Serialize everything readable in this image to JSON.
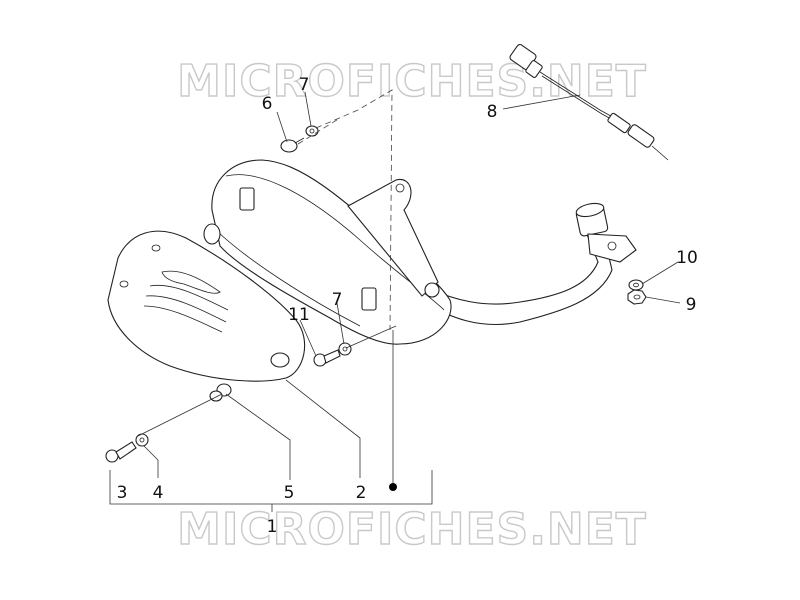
{
  "watermark": {
    "top": "MICROFICHES.NET",
    "bottom": "MICROFICHES.NET"
  },
  "callouts": {
    "c1": "1",
    "c2": "2",
    "c3": "3",
    "c4": "4",
    "c5": "5",
    "c6": "6",
    "c7a": "7",
    "c7b": "7",
    "c8": "8",
    "c9": "9",
    "c10": "10",
    "c11": "11"
  },
  "colors": {
    "line": "#222222",
    "watermark_outline": "#c9c9c9",
    "background": "#ffffff"
  }
}
